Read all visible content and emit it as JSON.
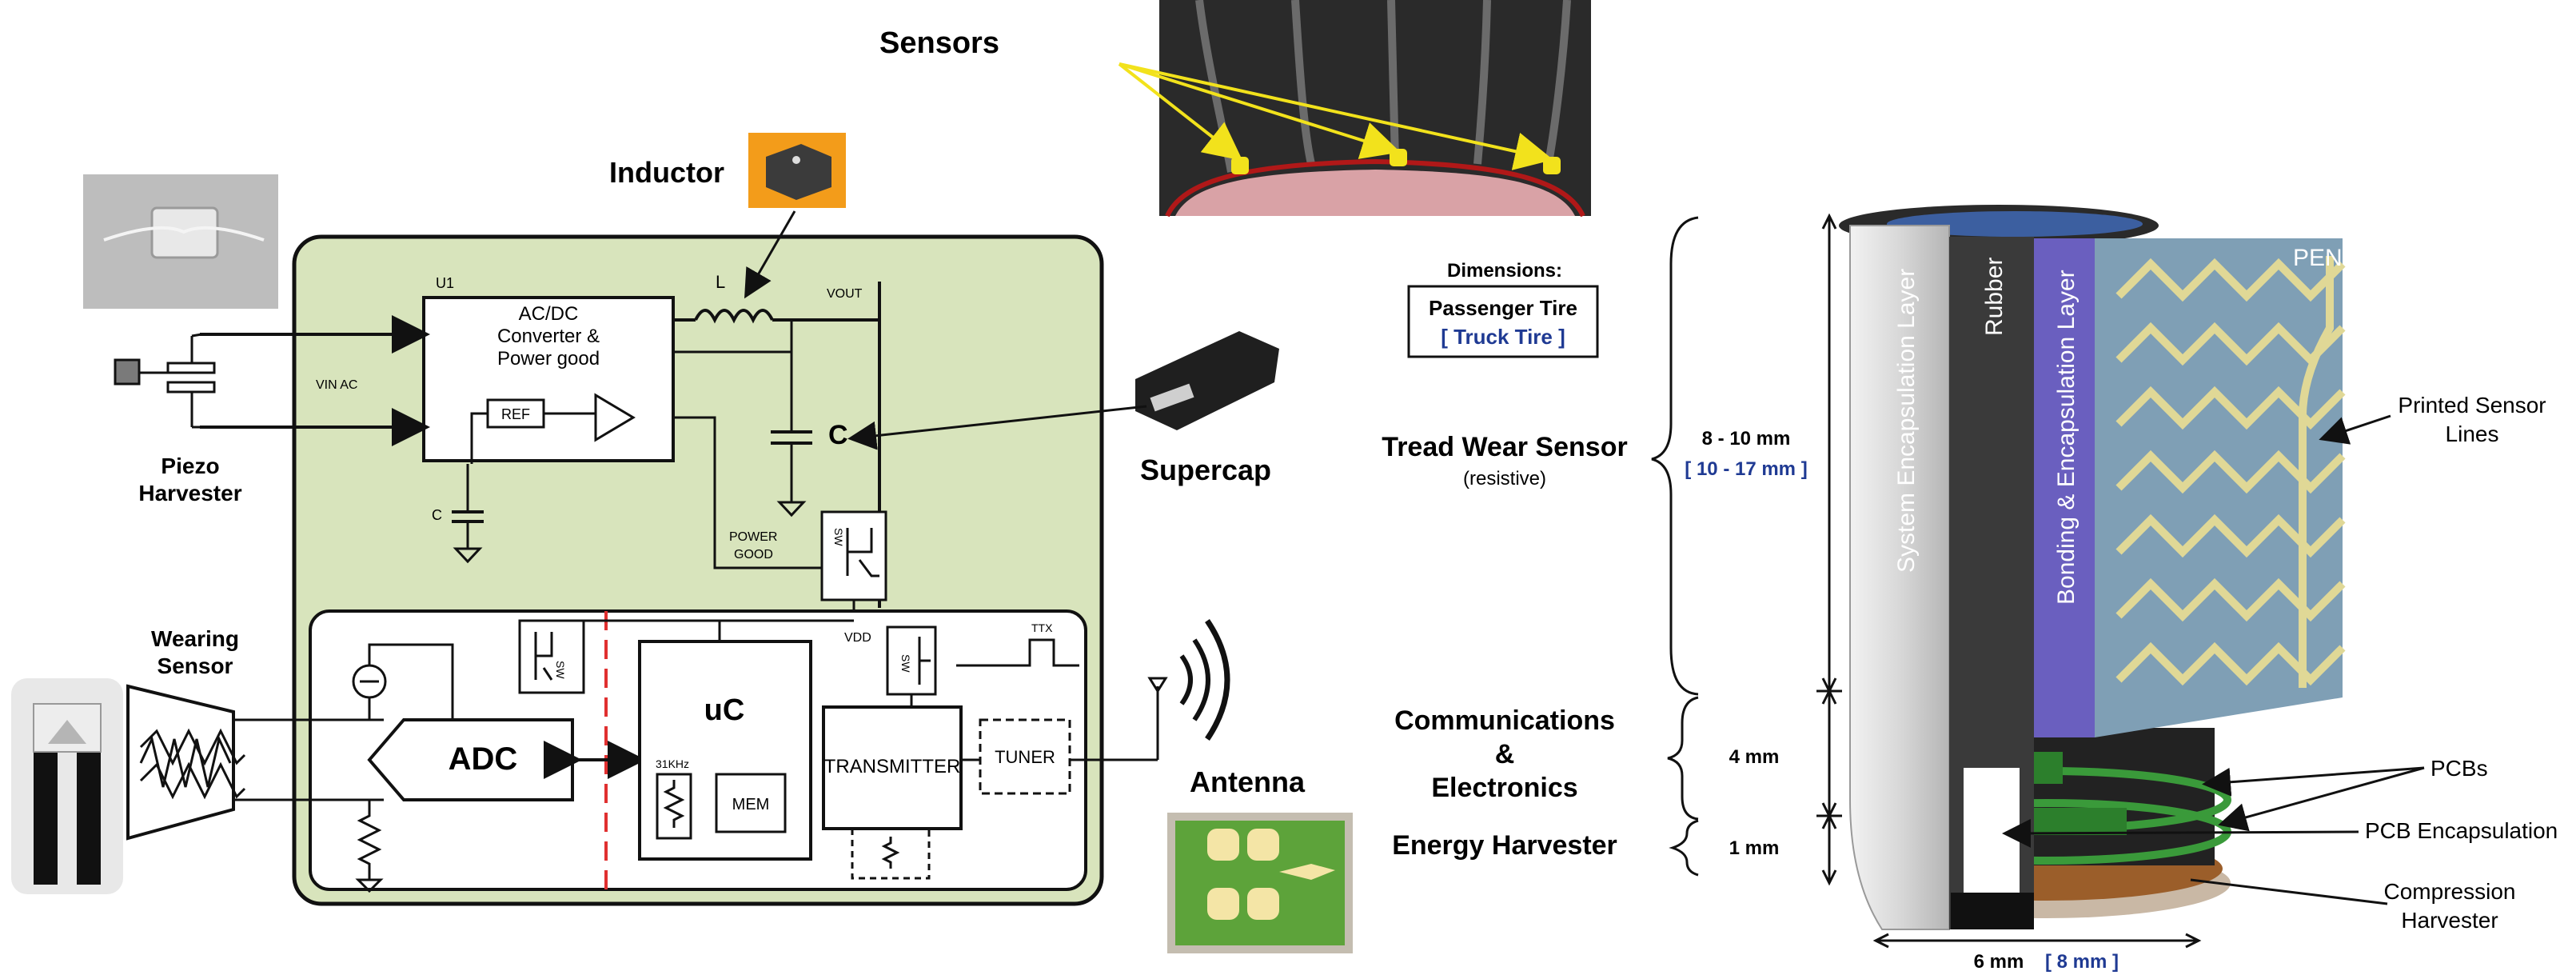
{
  "left": {
    "sensors_label": "Sensors",
    "inductor_label": "Inductor",
    "supercap_label": "Supercap",
    "antenna_label": "Antenna",
    "piezo_label_1": "Piezo",
    "piezo_label_2": "Harvester",
    "wearing_label_1": "Wearing",
    "wearing_label_2": "Sensor",
    "u1": "U1",
    "acdc_1": "AC/DC",
    "acdc_2": "Converter &",
    "acdc_3": "Power good",
    "ref": "REF",
    "vin": "VIN AC",
    "l": "L",
    "vout": "VOUT",
    "c_big": "C",
    "c_small": "C",
    "power_good_1": "POWER",
    "power_good_2": "GOOD",
    "sw": "SW",
    "vdd": "VDD",
    "ttx": "TTX",
    "adc": "ADC",
    "uc": "uC",
    "osc": "31KHz",
    "mem": "MEM",
    "transmitter": "TRANSMITTER",
    "tuner": "TUNER"
  },
  "right": {
    "dimensions_title": "Dimensions:",
    "passenger": "Passenger Tire",
    "truck": "[ Truck Tire ]",
    "tread_title": "Tread Wear Sensor",
    "tread_sub": "(resistive)",
    "tread_dim": "8 - 10 mm",
    "tread_dim_truck": "[ 10 - 17 mm ]",
    "comm_1": "Communications",
    "comm_2": "&",
    "comm_3": "Electronics",
    "comm_dim": "4 mm",
    "energy": "Energy Harvester",
    "energy_dim": "1 mm",
    "width_dim": "6 mm",
    "width_dim_truck": "[ 8 mm ]",
    "layer_system": "System Encapsulation Layer",
    "layer_rubber": "Rubber",
    "layer_bonding": "Bonding & Encapsulation Layer",
    "layer_pen": "PEN",
    "printed_1": "Printed Sensor",
    "printed_2": "Lines",
    "pcbs": "PCBs",
    "pcb_encap": "PCB Encapsulation",
    "compression_1": "Compression",
    "compression_2": "Harvester"
  },
  "colors": {
    "panel_green": "#d8e4bc",
    "truck_blue": "#1f3a93",
    "bonding_purple": "#6a5fbf",
    "pen_blue": "#7f9fb5",
    "sensor_line_yellow": "#e0d896",
    "inductor_orange": "#f39c1a",
    "pcb_green": "#3a9a3a",
    "dash_red": "#e03030"
  }
}
